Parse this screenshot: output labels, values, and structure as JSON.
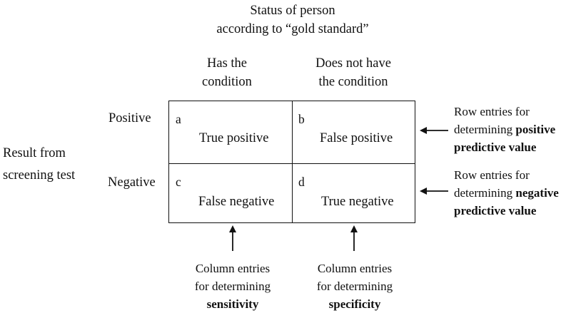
{
  "title": {
    "line1": "Status of person",
    "line2": "according to “gold standard”"
  },
  "columns": [
    {
      "line1": "Has the",
      "line2": "condition"
    },
    {
      "line1": "Does not have",
      "line2": "the condition"
    }
  ],
  "side_label": {
    "line1": "Result from",
    "line2": "screening test"
  },
  "rows": [
    {
      "label": "Positive"
    },
    {
      "label": "Negative"
    }
  ],
  "cells": [
    {
      "letter": "a",
      "text": "True positive"
    },
    {
      "letter": "b",
      "text": "False positive"
    },
    {
      "letter": "c",
      "text": "False negative"
    },
    {
      "letter": "d",
      "text": "True negative"
    }
  ],
  "row_notes": [
    {
      "line1": "Row entries for",
      "line2_prefix": "determining ",
      "line2_bold": "positive",
      "line3_bold": "predictive value"
    },
    {
      "line1": "Row entries for",
      "line2_prefix": "determining ",
      "line2_bold": "negative",
      "line3_bold": "predictive value"
    }
  ],
  "col_notes": [
    {
      "line1": "Column entries",
      "line2": "for determining",
      "line3_bold": "sensitivity"
    },
    {
      "line1": "Column entries",
      "line2": "for determining",
      "line3_bold": "specificity"
    }
  ],
  "colors": {
    "ink": "#111111",
    "background": "#ffffff"
  }
}
